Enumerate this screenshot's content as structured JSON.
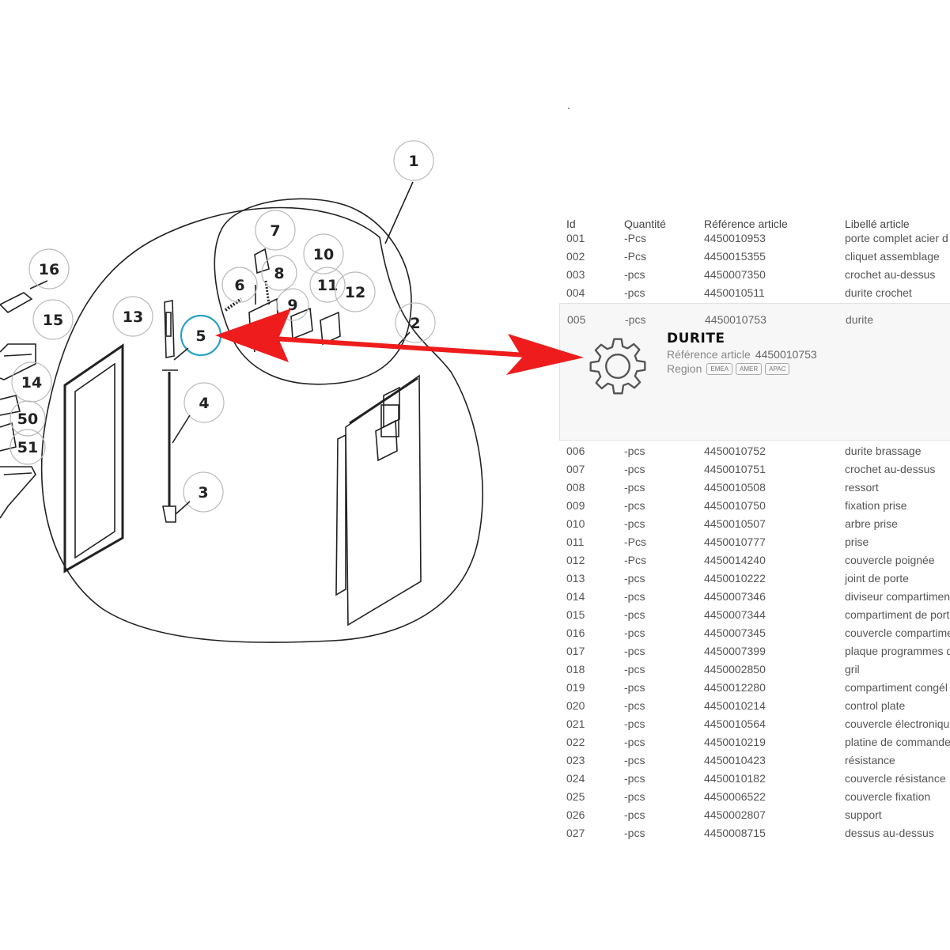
{
  "diagram": {
    "callouts": [
      "1",
      "2",
      "3",
      "4",
      "5",
      "6",
      "7",
      "8",
      "9",
      "10",
      "11",
      "12",
      "13",
      "14",
      "15",
      "16",
      "50",
      "51"
    ],
    "highlighted_callout": "5",
    "highlight_color": "#2aa3c4",
    "arrow_color": "#ee1c1c"
  },
  "table": {
    "headers": {
      "id": "Id",
      "qty": "Quantité",
      "ref": "Référence article",
      "label": "Libellé article"
    },
    "rows_before": [
      {
        "id": "001",
        "qty": "-Pcs",
        "ref": "4450010953",
        "label": "porte complet acier d"
      },
      {
        "id": "002",
        "qty": "-Pcs",
        "ref": "4450015355",
        "label": "cliquet assemblage"
      },
      {
        "id": "003",
        "qty": "-pcs",
        "ref": "4450007350",
        "label": "crochet au-dessus"
      },
      {
        "id": "004",
        "qty": "-pcs",
        "ref": "4450010511",
        "label": "durite crochet"
      }
    ],
    "selected_row": {
      "id": "005",
      "qty": "-pcs",
      "ref": "4450010753",
      "label": "durite"
    },
    "rows_after": [
      {
        "id": "006",
        "qty": "-pcs",
        "ref": "4450010752",
        "label": "durite brassage"
      },
      {
        "id": "007",
        "qty": "-pcs",
        "ref": "4450010751",
        "label": "crochet au-dessus"
      },
      {
        "id": "008",
        "qty": "-pcs",
        "ref": "4450010508",
        "label": "ressort"
      },
      {
        "id": "009",
        "qty": "-pcs",
        "ref": "4450010750",
        "label": "fixation prise"
      },
      {
        "id": "010",
        "qty": "-pcs",
        "ref": "4450010507",
        "label": "arbre prise"
      },
      {
        "id": "011",
        "qty": "-Pcs",
        "ref": "4450010777",
        "label": "prise"
      },
      {
        "id": "012",
        "qty": "-Pcs",
        "ref": "4450014240",
        "label": "couvercle poignée"
      },
      {
        "id": "013",
        "qty": "-pcs",
        "ref": "4450010222",
        "label": "joint de porte"
      },
      {
        "id": "014",
        "qty": "-pcs",
        "ref": "4450007346",
        "label": "diviseur compartimen"
      },
      {
        "id": "015",
        "qty": "-pcs",
        "ref": "4450007344",
        "label": "compartiment de port"
      },
      {
        "id": "016",
        "qty": "-pcs",
        "ref": "4450007345",
        "label": "couvercle compartime"
      },
      {
        "id": "017",
        "qty": "-pcs",
        "ref": "4450007399",
        "label": "plaque programmes d"
      },
      {
        "id": "018",
        "qty": "-pcs",
        "ref": "4450002850",
        "label": "gril"
      },
      {
        "id": "019",
        "qty": "-pcs",
        "ref": "4450012280",
        "label": "compartiment congél"
      },
      {
        "id": "020",
        "qty": "-pcs",
        "ref": "4450010214",
        "label": "control plate"
      },
      {
        "id": "021",
        "qty": "-pcs",
        "ref": "4450010564",
        "label": "couvercle électroniqu"
      },
      {
        "id": "022",
        "qty": "-pcs",
        "ref": "4450010219",
        "label": "platine de commande"
      },
      {
        "id": "023",
        "qty": "-pcs",
        "ref": "4450010423",
        "label": "résistance"
      },
      {
        "id": "024",
        "qty": "-pcs",
        "ref": "4450010182",
        "label": "couvercle résistance"
      },
      {
        "id": "025",
        "qty": "-pcs",
        "ref": "4450006522",
        "label": "couvercle fixation"
      },
      {
        "id": "026",
        "qty": "-pcs",
        "ref": "4450002807",
        "label": "support"
      },
      {
        "id": "027",
        "qty": "-pcs",
        "ref": "4450008715",
        "label": "dessus au-dessus"
      }
    ]
  },
  "card": {
    "title": "DURITE",
    "ref_label": "Référence article",
    "ref_value": "4450010753",
    "region_label": "Region",
    "regions": [
      "EMEA",
      "AMER",
      "APAC"
    ],
    "icon": "gear-icon"
  }
}
